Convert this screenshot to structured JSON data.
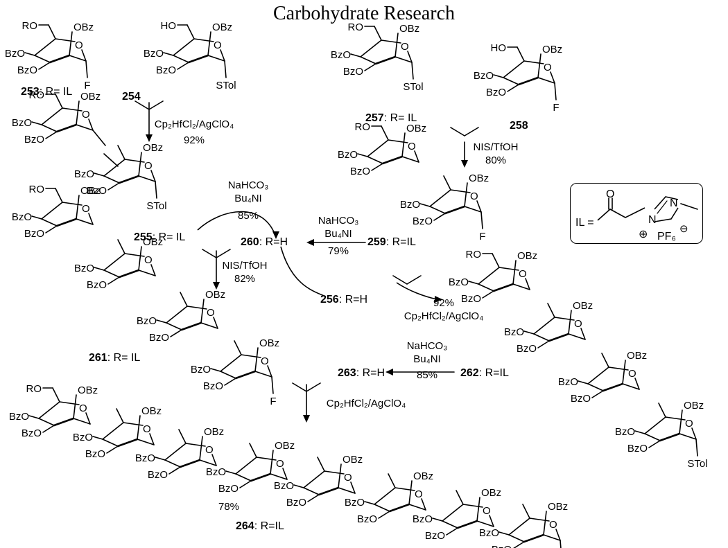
{
  "title": "Carbohydrate Research",
  "labels": {
    "c253": {
      "num": "253",
      "text": ": R= IL"
    },
    "c254": {
      "num": "254",
      "text": ""
    },
    "c255": {
      "num": "255",
      "text": ": R= IL"
    },
    "c256": {
      "num": "256",
      "text": ": R=H"
    },
    "c257": {
      "num": "257",
      "text": ": R= IL"
    },
    "c258": {
      "num": "258",
      "text": ""
    },
    "c259": {
      "num": "259",
      "text": ": R=IL"
    },
    "c260": {
      "num": "260",
      "text": ": R=H"
    },
    "c261": {
      "num": "261",
      "text": ": R= IL"
    },
    "c262": {
      "num": "262",
      "text": ": R=IL"
    },
    "c263": {
      "num": "263",
      "text": ": R=H"
    },
    "c264": {
      "num": "264",
      "text": ": R=IL"
    }
  },
  "conditions": {
    "r1": {
      "reagent": "Cp₂HfCl₂/AgClO₄",
      "yield": "92%"
    },
    "r2": {
      "reagent": "NIS/TfOH",
      "yield": "80%"
    },
    "r3": {
      "reagent1": "NaHCO₃",
      "reagent2": "Bu₄NI",
      "yield": "85%"
    },
    "r4": {
      "reagent1": "NaHCO₃",
      "reagent2": "Bu₄NI",
      "yield": "79%"
    },
    "r5": {
      "reagent": "NIS/TfOH",
      "yield": "82%"
    },
    "r6": {
      "reagent": "Cp₂HfCl₂/AgClO₄",
      "yield": "92%"
    },
    "r7": {
      "reagent1": "NaHCO₃",
      "reagent2": "Bu₄NI",
      "yield": "85%"
    },
    "r8": {
      "reagent": "Cp₂HfCl₂/AgClO₄",
      "yield": "78%"
    }
  },
  "il_box": {
    "lhs": "IL =",
    "oxygen": "O",
    "nitrogen1": "N",
    "nitrogen2": "N",
    "plus": "⊕",
    "counterion": "PF₆",
    "minus": "⊖"
  },
  "substituents": {
    "ro": "RO",
    "ho": "HO",
    "obz": "OBz",
    "bzo": "BzO",
    "o": "O",
    "f": "F",
    "stol": "STol"
  }
}
